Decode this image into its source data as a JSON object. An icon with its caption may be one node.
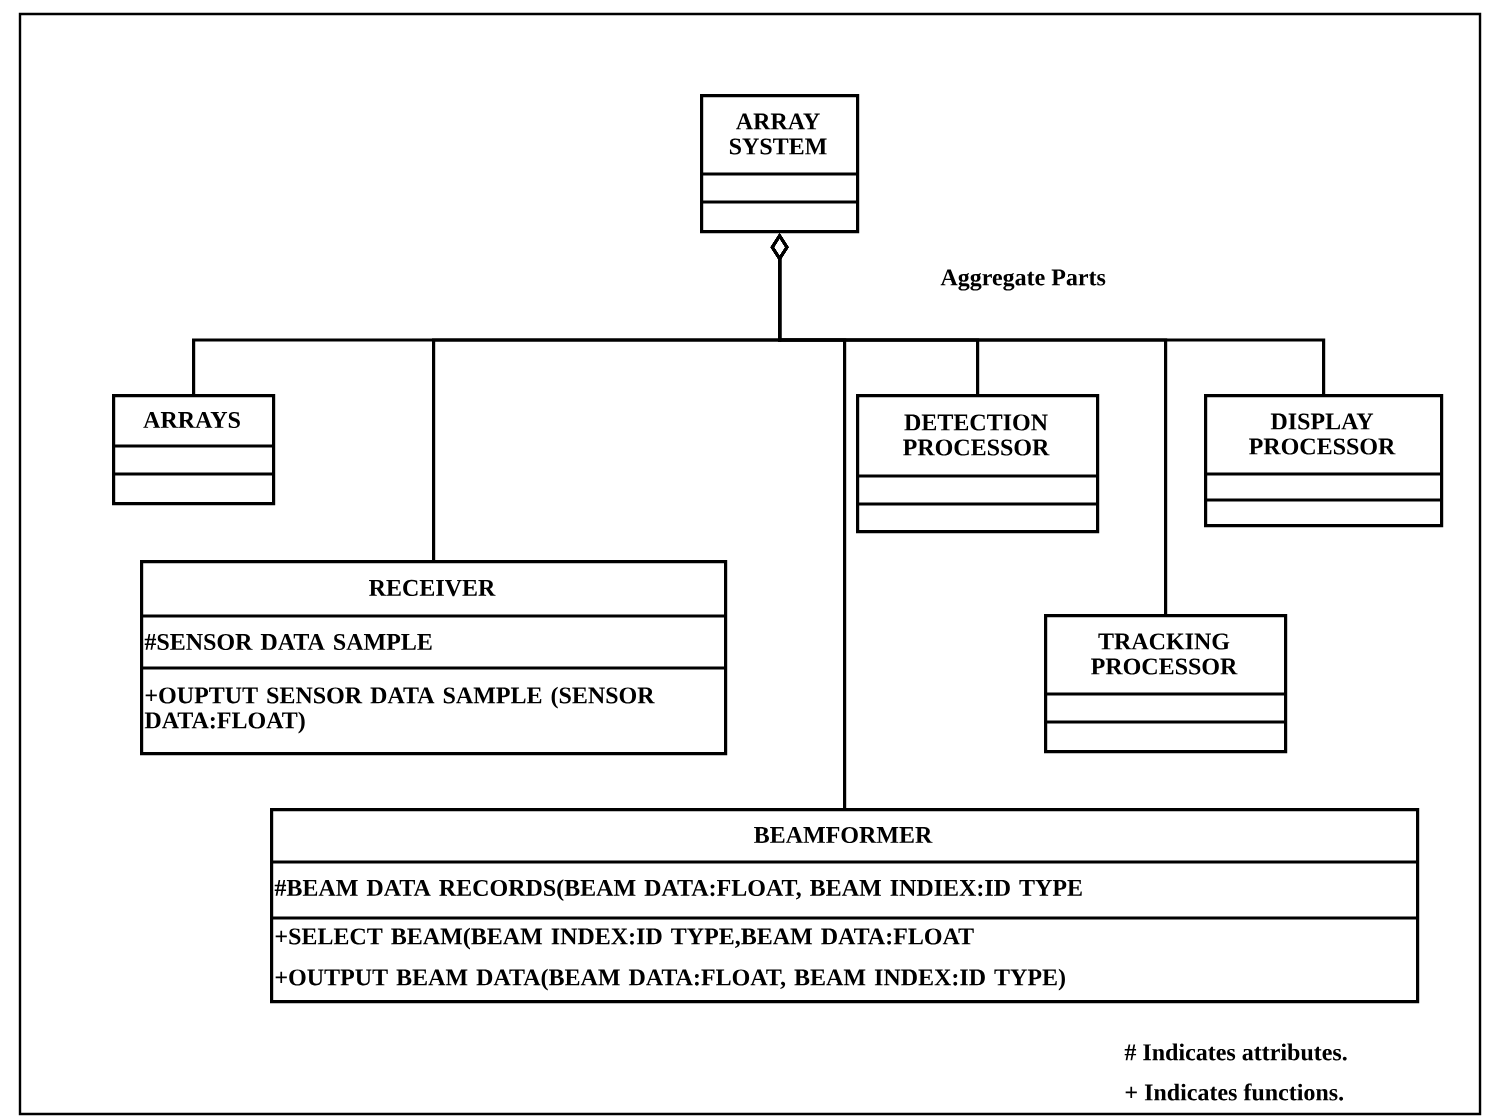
{
  "diagram": {
    "nodes": [
      {
        "text": [
          "ARRAY SYSTEM"
        ]
      },
      {
        "text": [
          "ARRAYS"
        ]
      },
      {
        "text": [
          "RECEIVER",
          "#SENSOR DATA SAMPLE",
          "+OUPTUT SENSOR DATA SAMPLE (SENSOR DATA:FLOAT)"
        ]
      },
      {
        "text": [
          "DETECTION PROCESSOR"
        ]
      },
      {
        "text": [
          "DISPLAY PROCESSOR"
        ]
      },
      {
        "text": [
          "TRACKING PROCESSOR"
        ]
      },
      {
        "text": [
          "BEAMFORMER",
          "#BEAM DATA RECORDS(BEAM DATA:FLOAT, BEAM INDIEX:ID TYPE",
          "+SELECT BEAM(BEAM INDEX:ID TYPE,BEAM DATA:FLOAT",
          "+OUTPUT BEAM DATA(BEAM DATA:FLOAT, BEAM INDEX:ID TYPE)"
        ]
      }
    ],
    "edges": [
      {
        "from": 1,
        "to": 0,
        "arrow": "other"
      },
      {
        "from": 2,
        "to": 0,
        "arrow": "other"
      },
      {
        "from": 6,
        "to": 0,
        "arrow": "other"
      },
      {
        "from": 3,
        "to": 0,
        "arrow": "other"
      },
      {
        "from": 5,
        "to": 0,
        "arrow": "other"
      },
      {
        "from": 4,
        "to": 0,
        "arrow": "other"
      }
    ],
    "labels": [
      "Aggregate Parts",
      "# Indicates attributes.",
      "+ Indicates functions."
    ]
  }
}
